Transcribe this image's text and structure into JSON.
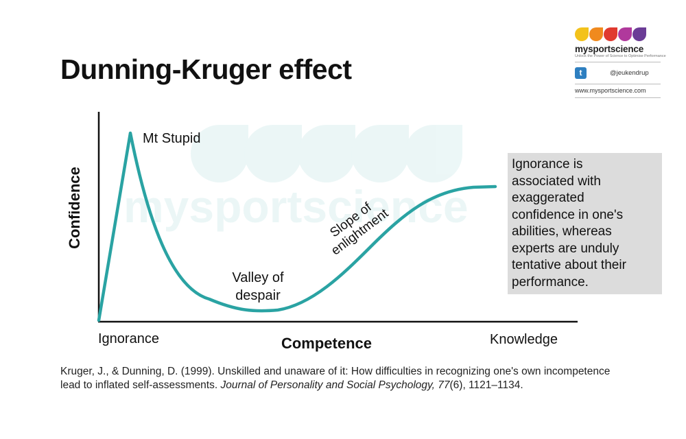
{
  "title": "Dunning-Kruger effect",
  "diagram": {
    "y_axis_label": "Confidence",
    "x_axis_label": "Competence",
    "x_start_label": "Ignorance",
    "x_end_label": "Knowledge",
    "annotations": {
      "peak": "Mt Stupid",
      "valley_line1": "Valley of",
      "valley_line2": "despair",
      "slope_line1": "Slope of",
      "slope_line2": "enlightment"
    },
    "watermark": "mysportscience",
    "curve_color": "#2aa3a3",
    "axis_color": "#111111"
  },
  "callout": {
    "lines": [
      "Ignorance is",
      "associated with",
      "exaggerated",
      "confidence in one's",
      "abilities, whereas",
      "experts are unduly",
      "tentative about their",
      "performance."
    ]
  },
  "logo": {
    "brand": "mysportscience",
    "tagline": "Unlock the Power of Science to Optimise Performance",
    "twitter_handle": "@jeukendrup",
    "website": "www.mysportscience.com",
    "drop_colors": [
      "#f3c21b",
      "#f08a1e",
      "#e03a2f",
      "#b0399c",
      "#6b3c96"
    ]
  },
  "citation": {
    "part1": "Kruger, J., & Dunning, D. (1999). Unskilled and unaware of it: How difficulties in recognizing one's own incompetence lead to inflated self-assessments. ",
    "journal": "Journal of Personality and Social Psychology, 77",
    "issue": "(6), 1121–1134."
  }
}
